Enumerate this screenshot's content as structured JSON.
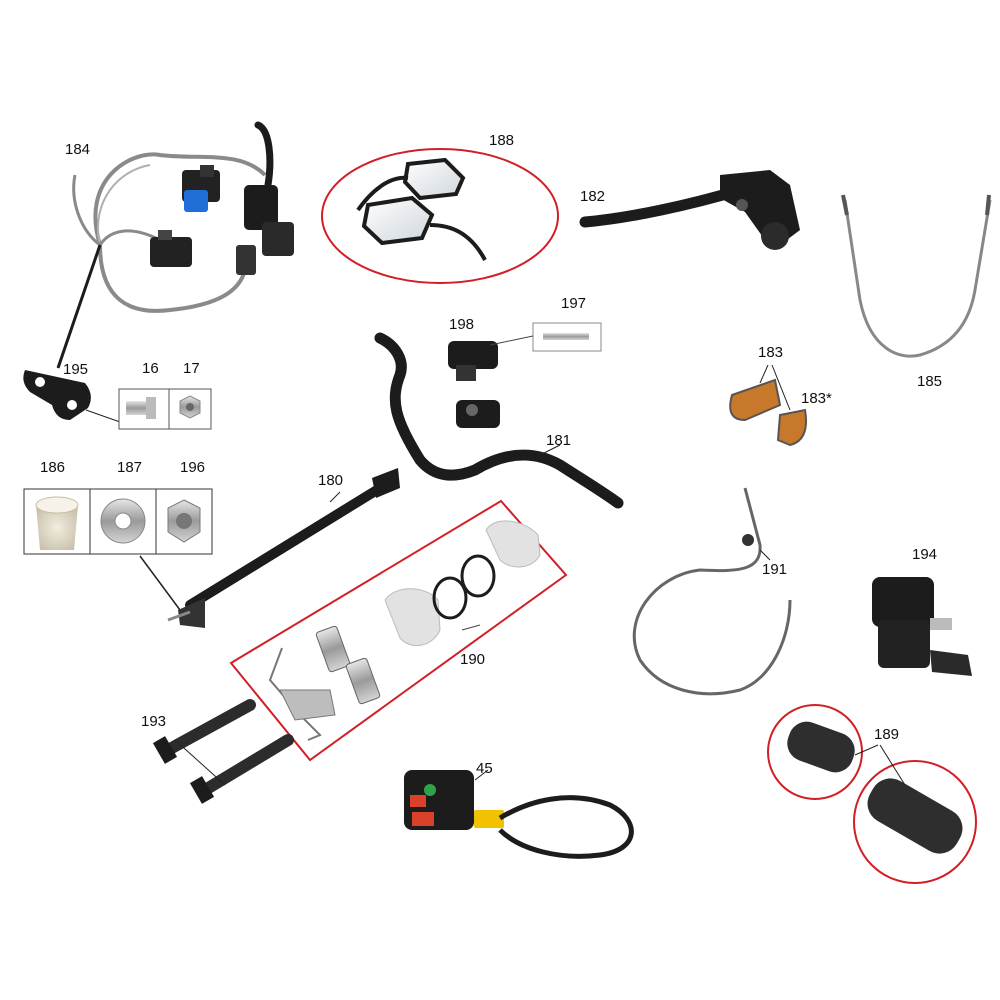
{
  "callouts": {
    "c184": "184",
    "c188": "188",
    "c182": "182",
    "c185": "185",
    "c198": "198",
    "c197": "197",
    "c183": "183",
    "c183s": "183*",
    "c181": "181",
    "c195": "195",
    "c16": "16",
    "c17": "17",
    "c186": "186",
    "c187": "187",
    "c196": "196",
    "c180": "180",
    "c190": "190",
    "c191": "191",
    "c194": "194",
    "c193": "193",
    "c45": "45",
    "c189": "189"
  },
  "colors": {
    "highlight_ring": "#d21f26",
    "part_dark": "#1c1c1c",
    "part_metal": "#a9a9a9",
    "brake_blue": "#1f6fd6",
    "pad_orange": "#c8782a",
    "connector_yellow": "#f2c200",
    "switch_red": "#d9412b",
    "switch_green": "#2fa24a"
  }
}
